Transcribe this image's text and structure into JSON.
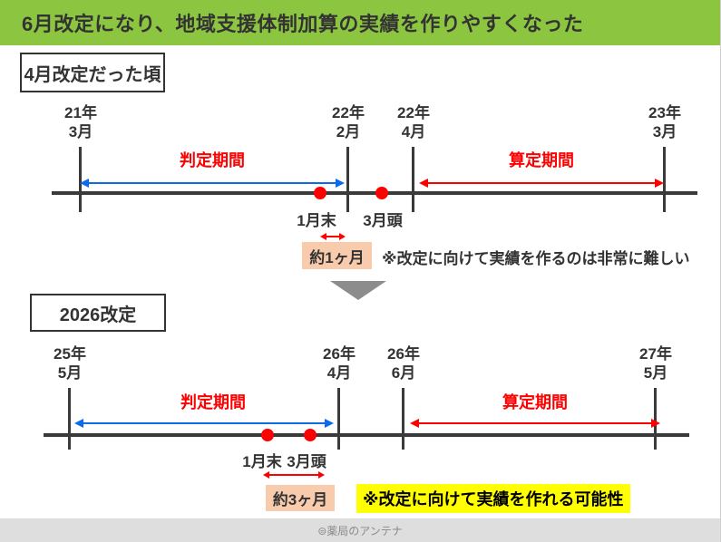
{
  "header": {
    "title": "6月改定になり、地域支援体制加算の実績を作りやすくなった"
  },
  "colors": {
    "header_green": "#8CC540",
    "blue": "#0B6CEB",
    "red": "#FF0000",
    "peach": "#F8CBAD",
    "yellow": "#FFFF00",
    "line_dark": "#3A3A3A",
    "triangle_gray": "#8C8C8C",
    "footer_bg": "#DEDEDE",
    "footer_text": "#8A8A8A"
  },
  "section_old": {
    "label": "4月改定だった頃",
    "dates": [
      "21年\n3月",
      "22年\n2月",
      "22年\n4月",
      "23年\n3月"
    ],
    "judgment_period": "判定期間",
    "calculation_period": "算定期間",
    "jan_end": "1月末",
    "mar_start": "3月頭",
    "duration": "約1ヶ月",
    "note": "※改定に向けて実績を作るのは非常に難しい"
  },
  "section_new": {
    "label": "2026改定",
    "dates": [
      "25年\n5月",
      "26年\n4月",
      "26年\n6月",
      "27年\n5月"
    ],
    "judgment_period": "判定期間",
    "calculation_period": "算定期間",
    "jan_end": "1月末",
    "mar_start": "3月頭",
    "duration": "約3ヶ月",
    "note": "※改定に向けて実績を作れる可能性"
  },
  "footer": {
    "credit": "⊜薬局のアンテナ"
  }
}
